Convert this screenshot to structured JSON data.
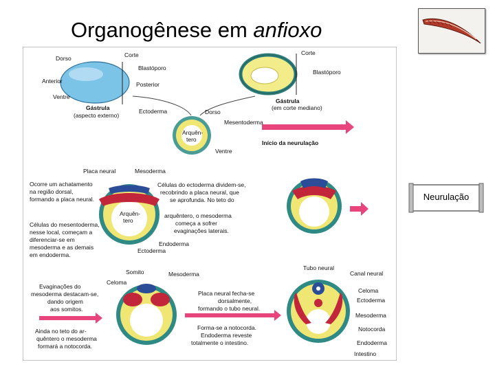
{
  "title": {
    "main": "Organogênese em ",
    "italic": "anfioxo"
  },
  "thumbnail": {
    "icon": "amphioxus-icon"
  },
  "callout": {
    "label": "Neurulação"
  },
  "figure": {
    "gastrula_external": {
      "dorso": "Dorso",
      "corte": "Corte",
      "blastoporo": "Blastóporo",
      "anterior": "Anterior",
      "posterior": "Posterior",
      "ventre": "Ventre",
      "caption1": "Gástrula",
      "caption2": "(aspecto externo)"
    },
    "gastrula_section": {
      "corte": "Corte",
      "blastoporo": "Blastóporo",
      "caption1": "Gástrula",
      "caption2": "(em corte mediano)"
    },
    "stage1": {
      "ectoderma": "Ectoderma",
      "dorso": "Dorso",
      "mesentoderma": "Mesentoderma",
      "arqu1": "Arquên-",
      "arqu2": "tero",
      "ventre": "Ventre",
      "inicio": "Início da neurulação"
    },
    "stage2": {
      "placa_neural": "Placa neural",
      "mesoderma": "Mesoderma",
      "left1": "Ocorre um achatamento",
      "left2": "na região dorsal,",
      "left3": "formando a placa neural.",
      "mid1": "Células do ectoderma dividem-se,",
      "mid2": "recobrindo a placa neural, que",
      "mid3": "se aprofunda. No teto do",
      "arqu1": "Arquên-",
      "arqu2": "tero",
      "mid4": "arquêntero, o mesoderma",
      "mid5": "começa a sofrer",
      "mid6": "evaginações laterais.",
      "low1": "Células do mesentoderma,",
      "low2": "nesse local, começam a",
      "low3": "diferenciar-se em",
      "low4": "mesoderma e as demais",
      "low5": "em endoderma.",
      "endoderma": "Endoderma",
      "ectoderma": "Ectoderma"
    },
    "stage3": {
      "somito": "Somito",
      "mesoderma": "Mesoderma",
      "celoma": "Celoma",
      "left1": "Evaginações do",
      "left2": "mesoderma destacam-se,",
      "left3": "dando origem",
      "left4": "aos somitos.",
      "mid1": "Placa neural fecha-se",
      "mid2": "dorsalmente,",
      "mid3": "formando o tubo neural.",
      "low1": "Ainda no teto do ar-",
      "low2": "quêntero o mesoderma",
      "low3": "formará a notocorda.",
      "bot1": "Forma-se a notocorda.",
      "bot2": "Endoderma reveste",
      "bot3": "totalmente o intestino.",
      "tubo_neural": "Tubo neural",
      "canal_neural": "Canal neural",
      "celoma_r": "Celoma",
      "ectoderma_r": "Ectoderma",
      "mesoderma_r": "Mesoderma",
      "notocorda": "Notocorda",
      "endoderma_r": "Endoderma",
      "intestino": "Intestino"
    }
  }
}
